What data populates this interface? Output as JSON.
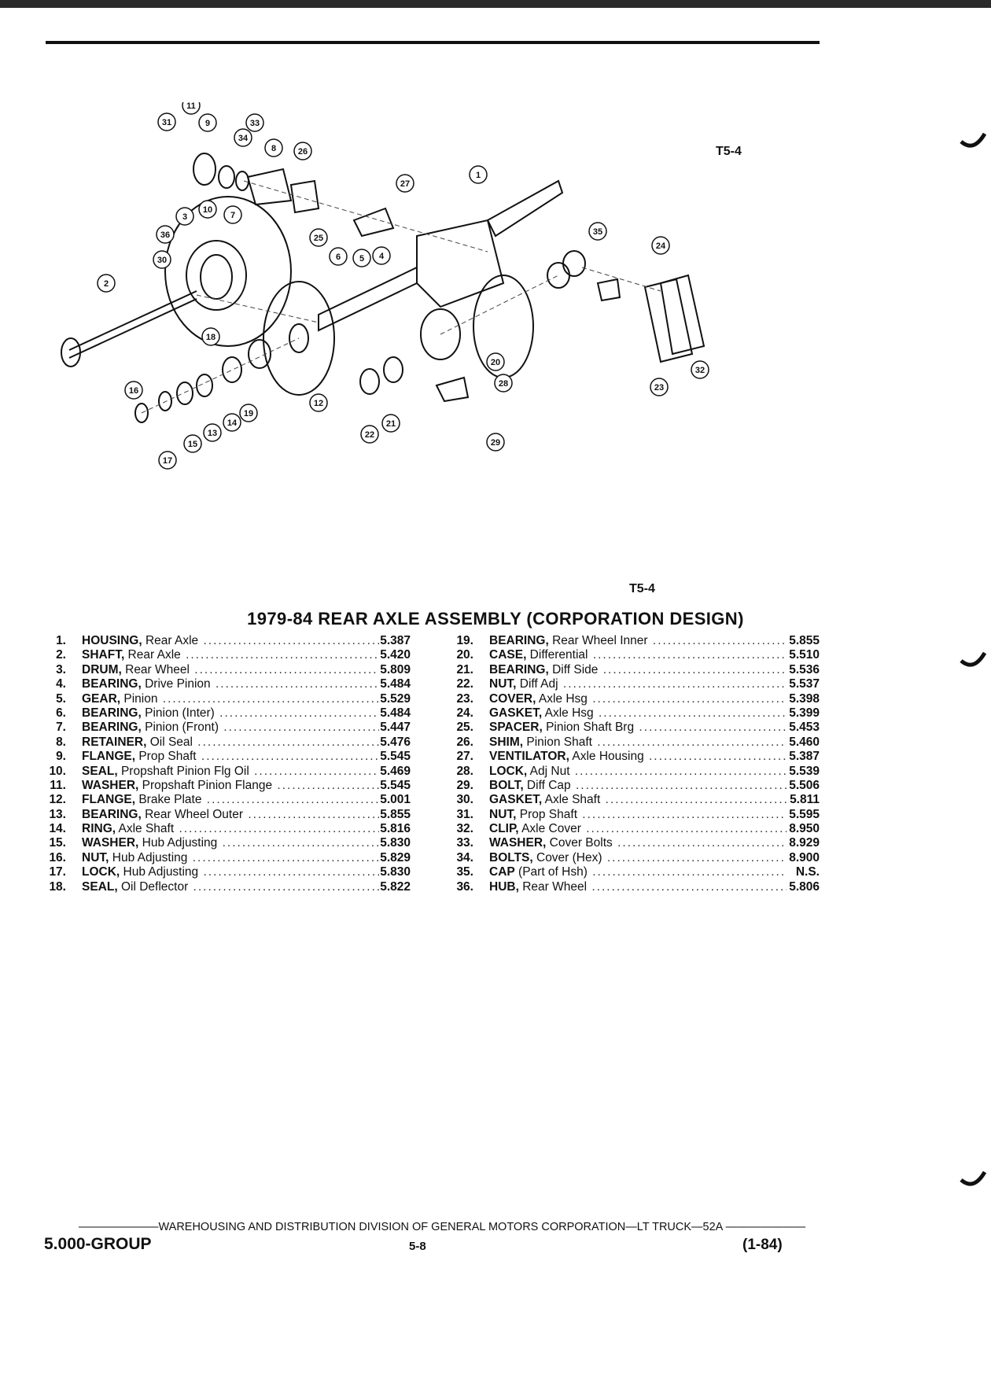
{
  "page": {
    "code_upper": "T5-4",
    "code_lower": "T5-4",
    "title": "1979-84 REAR AXLE ASSEMBLY (CORPORATION DESIGN)"
  },
  "diagram": {
    "callouts": [
      "1",
      "2",
      "3",
      "4",
      "5",
      "6",
      "7",
      "8",
      "9",
      "10",
      "11",
      "12",
      "13",
      "14",
      "15",
      "16",
      "17",
      "18",
      "19",
      "20",
      "21",
      "22",
      "23",
      "24",
      "25",
      "26",
      "27",
      "28",
      "29",
      "30",
      "31",
      "32",
      "33",
      "34",
      "35",
      "36"
    ]
  },
  "parts": [
    {
      "num": "1.",
      "name": "HOUSING,",
      "desc": " Rear Axle",
      "code": "5.387"
    },
    {
      "num": "2.",
      "name": "SHAFT,",
      "desc": " Rear Axle",
      "code": "5.420"
    },
    {
      "num": "3.",
      "name": "DRUM,",
      "desc": " Rear Wheel",
      "code": "5.809"
    },
    {
      "num": "4.",
      "name": "BEARING,",
      "desc": " Drive Pinion",
      "code": "5.484"
    },
    {
      "num": "5.",
      "name": "GEAR,",
      "desc": " Pinion",
      "code": "5.529"
    },
    {
      "num": "6.",
      "name": "BEARING,",
      "desc": " Pinion (Inter)",
      "code": "5.484"
    },
    {
      "num": "7.",
      "name": "BEARING,",
      "desc": " Pinion (Front)",
      "code": "5.447"
    },
    {
      "num": "8.",
      "name": "RETAINER,",
      "desc": " Oil Seal",
      "code": "5.476"
    },
    {
      "num": "9.",
      "name": "FLANGE,",
      "desc": " Prop Shaft",
      "code": "5.545"
    },
    {
      "num": "10.",
      "name": "SEAL,",
      "desc": " Propshaft Pinion Flg Oil",
      "code": "5.469"
    },
    {
      "num": "11.",
      "name": "WASHER,",
      "desc": " Propshaft Pinion Flange",
      "code": "5.545"
    },
    {
      "num": "12.",
      "name": "FLANGE,",
      "desc": " Brake Plate",
      "code": "5.001"
    },
    {
      "num": "13.",
      "name": "BEARING,",
      "desc": " Rear Wheel Outer",
      "code": "5.855"
    },
    {
      "num": "14.",
      "name": "RING,",
      "desc": " Axle Shaft",
      "code": "5.816"
    },
    {
      "num": "15.",
      "name": "WASHER,",
      "desc": " Hub Adjusting",
      "code": "5.830"
    },
    {
      "num": "16.",
      "name": "NUT,",
      "desc": " Hub Adjusting",
      "code": "5.829"
    },
    {
      "num": "17.",
      "name": "LOCK,",
      "desc": " Hub Adjusting",
      "code": "5.830"
    },
    {
      "num": "18.",
      "name": "SEAL,",
      "desc": " Oil Deflector",
      "code": "5.822"
    },
    {
      "num": "19.",
      "name": "BEARING,",
      "desc": " Rear Wheel Inner",
      "code": "5.855"
    },
    {
      "num": "20.",
      "name": "CASE,",
      "desc": " Differential",
      "code": "5.510"
    },
    {
      "num": "21.",
      "name": "BEARING,",
      "desc": " Diff Side",
      "code": "5.536"
    },
    {
      "num": "22.",
      "name": "NUT,",
      "desc": " Diff Adj",
      "code": "5.537"
    },
    {
      "num": "23.",
      "name": "COVER,",
      "desc": " Axle Hsg",
      "code": "5.398"
    },
    {
      "num": "24.",
      "name": "GASKET,",
      "desc": " Axle Hsg",
      "code": "5.399"
    },
    {
      "num": "25.",
      "name": "SPACER,",
      "desc": " Pinion Shaft Brg",
      "code": "5.453"
    },
    {
      "num": "26.",
      "name": "SHIM,",
      "desc": " Pinion Shaft",
      "code": "5.460"
    },
    {
      "num": "27.",
      "name": "VENTILATOR,",
      "desc": " Axle Housing",
      "code": "5.387"
    },
    {
      "num": "28.",
      "name": "LOCK,",
      "desc": " Adj Nut",
      "code": "5.539"
    },
    {
      "num": "29.",
      "name": "BOLT,",
      "desc": " Diff Cap",
      "code": "5.506"
    },
    {
      "num": "30.",
      "name": "GASKET,",
      "desc": " Axle Shaft",
      "code": "5.811"
    },
    {
      "num": "31.",
      "name": "NUT,",
      "desc": " Prop Shaft",
      "code": "5.595"
    },
    {
      "num": "32.",
      "name": "CLIP,",
      "desc": " Axle Cover",
      "code": "8.950"
    },
    {
      "num": "33.",
      "name": "WASHER,",
      "desc": " Cover Bolts",
      "code": "8.929"
    },
    {
      "num": "34.",
      "name": "BOLTS,",
      "desc": " Cover (Hex)",
      "code": "8.900"
    },
    {
      "num": "35.",
      "name": "CAP",
      "desc": " (Part of Hsh)",
      "code": "N.S."
    },
    {
      "num": "36.",
      "name": "HUB,",
      "desc": " Rear Wheel",
      "code": "5.806"
    }
  ],
  "footer": {
    "line": "———————WAREHOUSING AND DISTRIBUTION DIVISION OF GENERAL MOTORS CORPORATION—LT TRUCK—52A ———————",
    "group": "5.000-GROUP",
    "page_num": "5-8",
    "date": "(1-84)"
  },
  "colors": {
    "ink": "#111111",
    "paper": "#ffffff"
  }
}
